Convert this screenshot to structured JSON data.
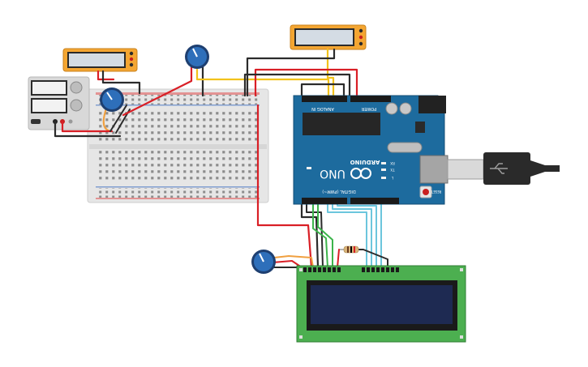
{
  "arduino": {
    "model_label": "UNO",
    "brand_label": "ARDUINO",
    "analog_header_label": "ANALOG IN",
    "power_header_label": "POWER",
    "digital_header_label": "DIGITAL (PWM~)",
    "led_labels": [
      "RX",
      "TX",
      "L"
    ],
    "reset_label": "RESET"
  },
  "colors": {
    "wire_red": "#d91f26",
    "wire_black": "#2b2b2b",
    "wire_yellow": "#f2c21b",
    "wire_orange": "#f0a040",
    "wire_green": "#3cb44b",
    "wire_cyan": "#6cc6dd",
    "arduino_blue": "#1d6b9e",
    "multimeter_body": "#f4a632",
    "lcd_pcb": "#4caf50",
    "lcd_screen": "#1e2a52",
    "pot_knob": "#2e6fba"
  }
}
